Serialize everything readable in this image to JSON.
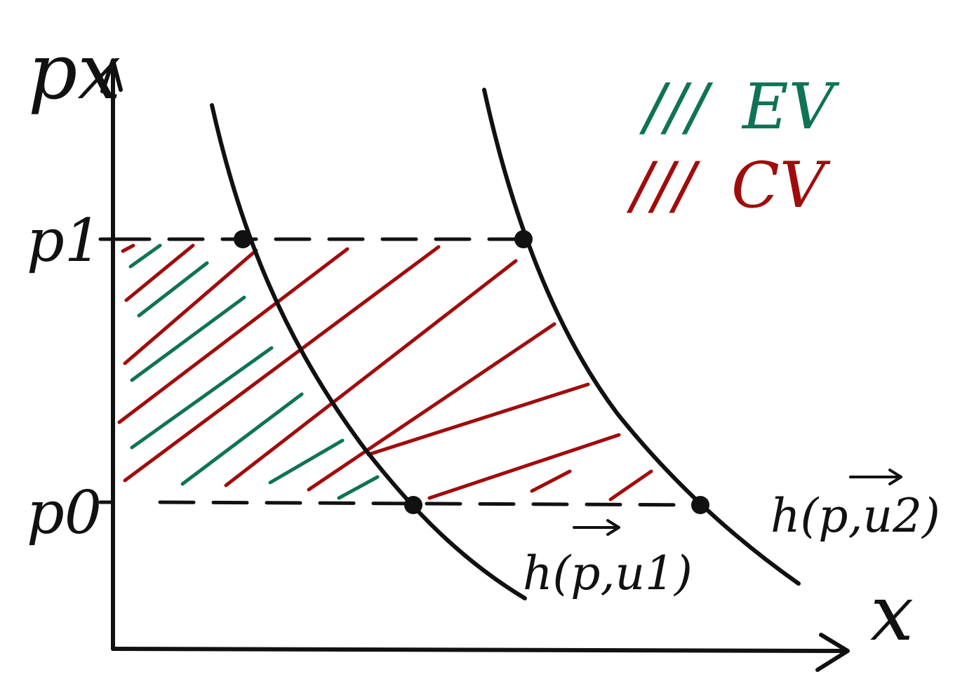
{
  "axes": {
    "y_label": "px",
    "x_label": "x"
  },
  "levels": {
    "p1": "p1",
    "p0": "p0"
  },
  "curves": {
    "u1": "h(p,u1)",
    "u2": "h(p,u2)"
  },
  "legend": {
    "ev": {
      "marks": "///",
      "label": "EV",
      "color": "#0f7355"
    },
    "cv": {
      "marks": "///",
      "label": "CV",
      "color": "#a00c0c"
    }
  },
  "colors": {
    "ink": "#111111",
    "ev": "#0f7355",
    "cv": "#a00c0c"
  }
}
